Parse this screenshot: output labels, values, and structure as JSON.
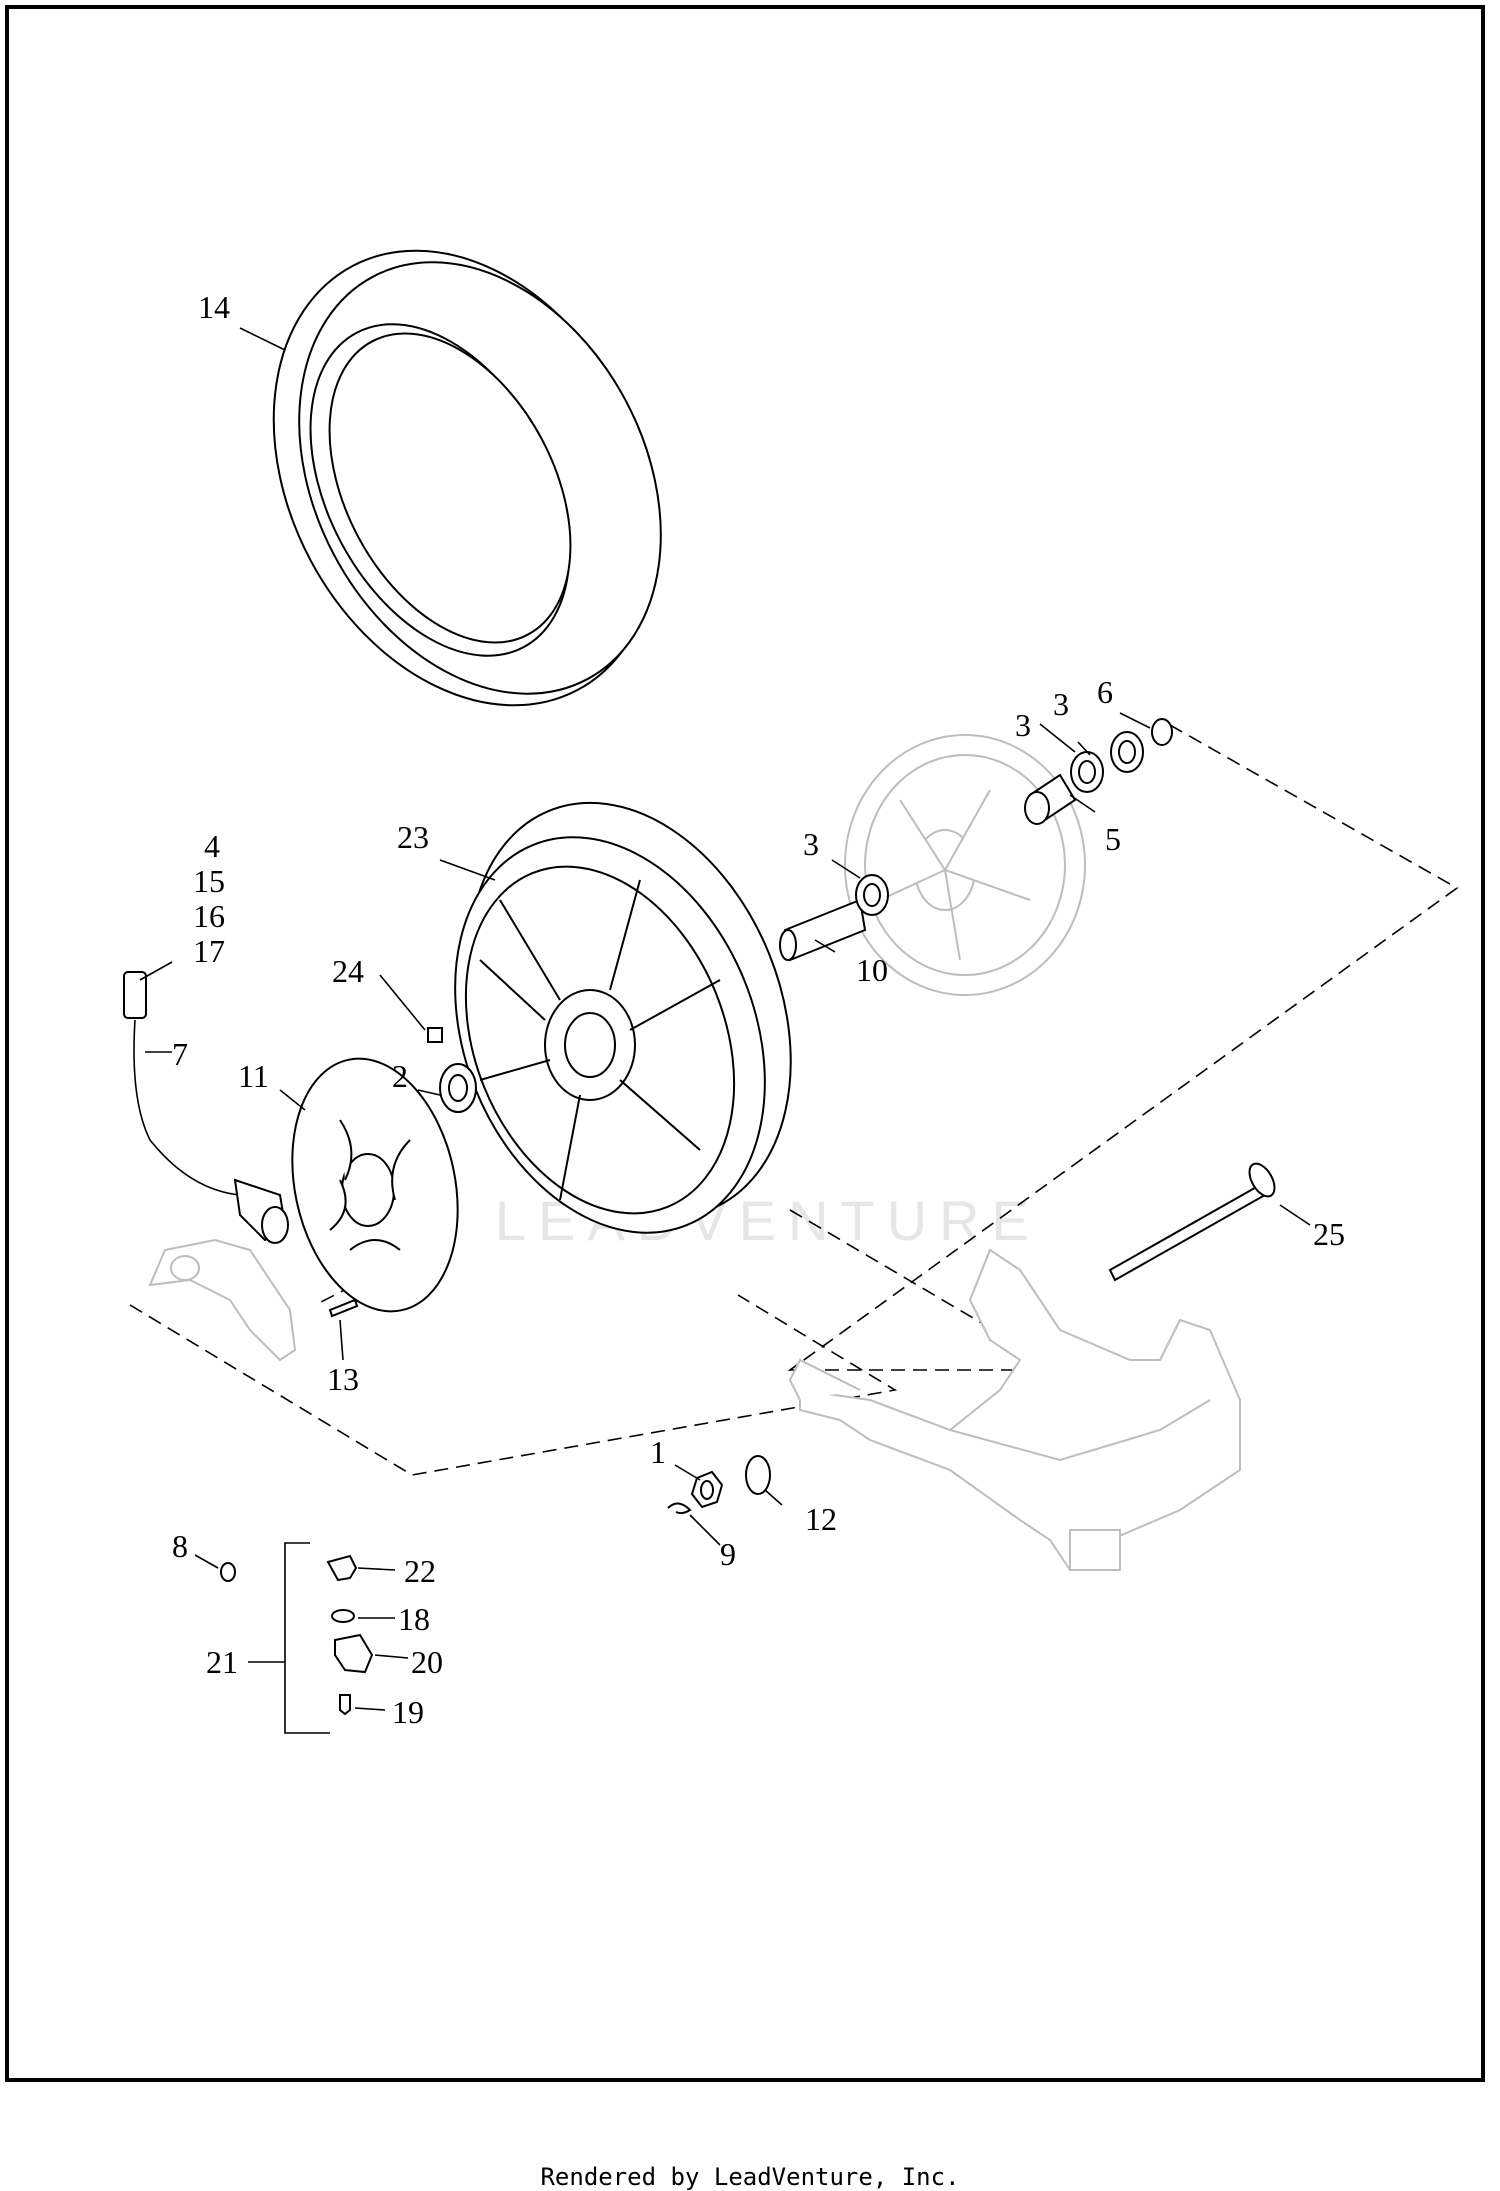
{
  "diagram": {
    "watermark": "LEADVENTURE",
    "callouts": [
      {
        "label": "14",
        "part": "tire"
      },
      {
        "label": "6",
        "part": "retaining-ring"
      },
      {
        "label": "3",
        "part": "bearing-outer-a"
      },
      {
        "label": "3",
        "part": "bearing-outer-b"
      },
      {
        "label": "5",
        "part": "spacer-sleeve"
      },
      {
        "label": "3",
        "part": "bearing-inner"
      },
      {
        "label": "23",
        "part": "wheel"
      },
      {
        "label": "10",
        "part": "axle-spacer"
      },
      {
        "label": "4",
        "part": "sensor"
      },
      {
        "label": "15",
        "part": "sensor"
      },
      {
        "label": "16",
        "part": "sensor"
      },
      {
        "label": "17",
        "part": "sensor"
      },
      {
        "label": "24",
        "part": "valve-nut"
      },
      {
        "label": "7",
        "part": "wheel-speed-sensor-cable"
      },
      {
        "label": "11",
        "part": "brake-rotor"
      },
      {
        "label": "2",
        "part": "seal"
      },
      {
        "label": "25",
        "part": "rear-axle"
      },
      {
        "label": "13",
        "part": "rotor-bolt"
      },
      {
        "label": "1",
        "part": "axle-nut"
      },
      {
        "label": "12",
        "part": "washer"
      },
      {
        "label": "9",
        "part": "e-clip"
      },
      {
        "label": "8",
        "part": "valve-cap"
      },
      {
        "label": "22",
        "part": "valve-stem"
      },
      {
        "label": "18",
        "part": "o-ring"
      },
      {
        "label": "21",
        "part": "tpms-kit"
      },
      {
        "label": "20",
        "part": "tpms-sensor"
      },
      {
        "label": "19",
        "part": "tpms-screw"
      }
    ]
  },
  "footer": {
    "credit": "Rendered by LeadVenture, Inc."
  }
}
